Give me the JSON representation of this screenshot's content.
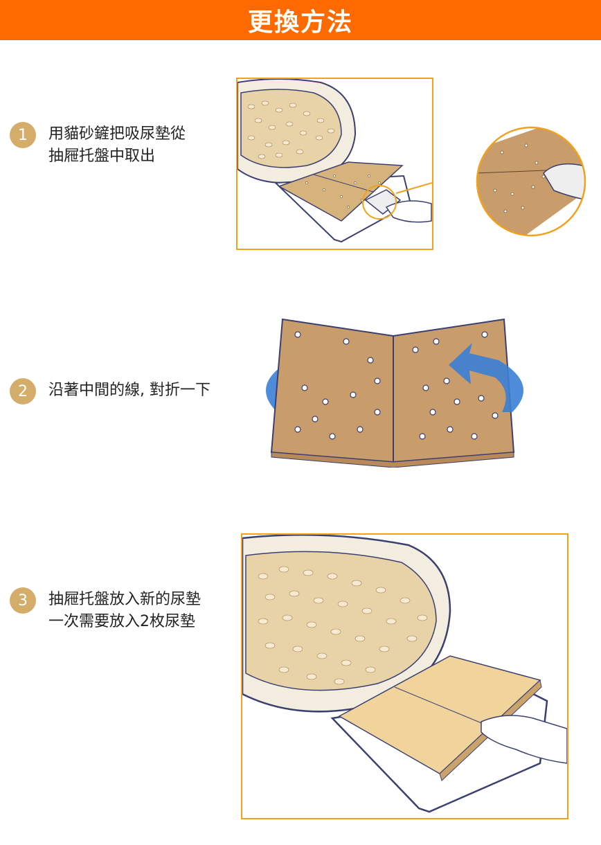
{
  "header": {
    "title": "更換方法"
  },
  "steps": [
    {
      "number": "1",
      "line1": "用貓砂鏟把吸尿墊從",
      "line2": "抽屜托盤中取出"
    },
    {
      "number": "2",
      "line1": "沿著中間的線, 對折一下"
    },
    {
      "number": "3",
      "line1": "抽屜托盤放入新的尿墊",
      "line2": "一次需要放入2枚尿墊"
    }
  ],
  "colors": {
    "header_bg": "#ff6a00",
    "frame_border": "#f0a21c",
    "badge": "#d4ad6b",
    "pad": "#c99d6b",
    "arrow": "#3a7fd5"
  }
}
